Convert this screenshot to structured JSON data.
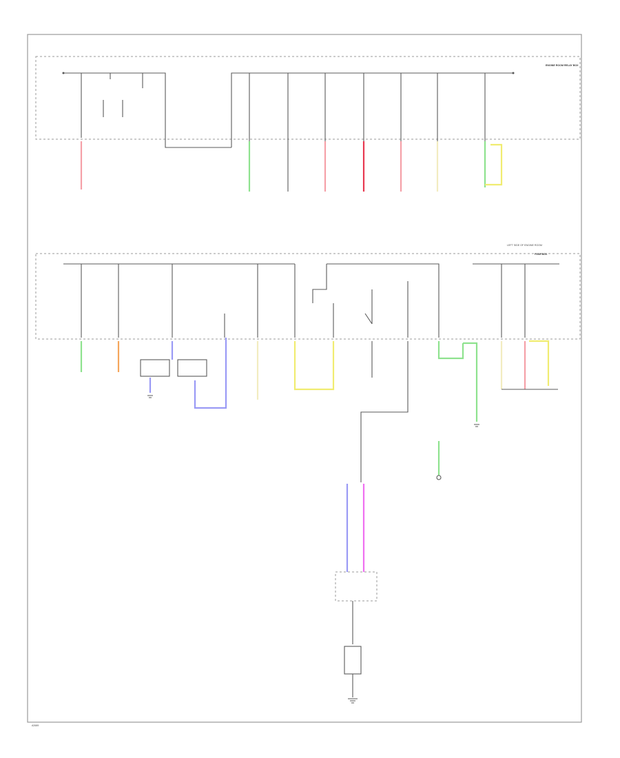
{
  "diagram": {
    "wire_colors": {
      "red": "#f5a0a8",
      "red_dark": "#e8384f",
      "green": "#8ee28e",
      "yellow": "#f0ec70",
      "orange": "#f5a65b",
      "blue": "#9a9af5",
      "pink": "#ef6ff0",
      "cream": "#f2ecc0",
      "black": "#5a5a5a"
    },
    "tags": {
      "page_code": "A2689",
      "left_side_engine_room": "LEFT SIDE OF ENGINE ROOM",
      "top_fuse_box": "ENGINE ROOM RELAY BOX",
      "lower_box": "FUSE BOX"
    }
  }
}
